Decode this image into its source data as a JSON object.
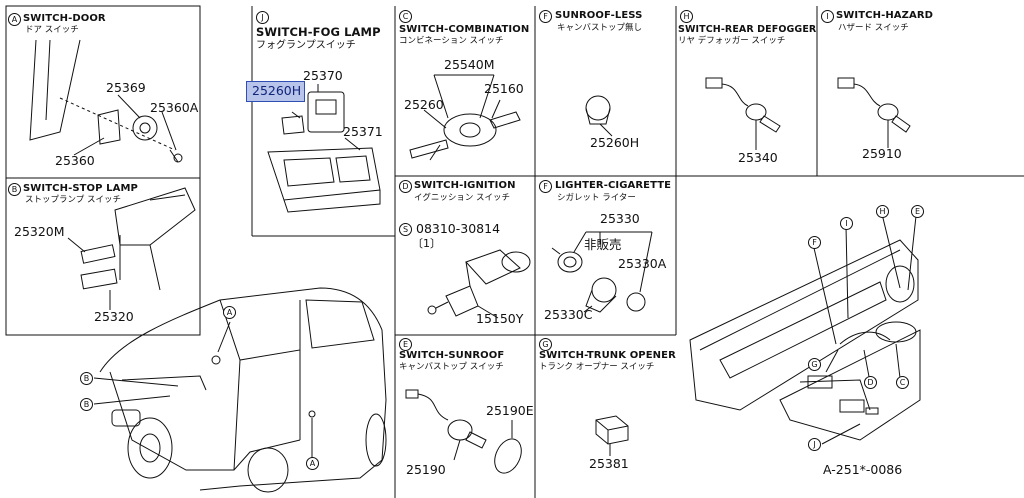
{
  "diagram_ref": "A-251*-0086",
  "highlight_color": "#b9c4eb",
  "sections": {
    "a": {
      "letter": "A",
      "title": "SWITCH-DOOR",
      "subtitle": "ドア スイッチ",
      "parts": [
        "25369",
        "25360A",
        "25360"
      ]
    },
    "b": {
      "letter": "B",
      "title": "SWITCH-STOP LAMP",
      "subtitle": "ストップランプ スイッチ",
      "parts": [
        "25320M",
        "25320"
      ]
    },
    "j": {
      "letter": "J",
      "title": "SWITCH-FOG LAMP",
      "subtitle": "フォグランプスイッチ",
      "parts": [
        "25370",
        "25260H",
        "25371"
      ],
      "highlighted_part": "25260H"
    },
    "c": {
      "letter": "C",
      "title": "SWITCH-COMBINATION",
      "subtitle": "コンビネーション スイッチ",
      "parts": [
        "25540M",
        "25260",
        "25160"
      ]
    },
    "f_top": {
      "letter": "F",
      "title": "SUNROOF-LESS",
      "subtitle": "キャンバストップ無し",
      "parts": [
        "25260H"
      ]
    },
    "h": {
      "letter": "H",
      "title": "SWITCH-REAR DEFOGGER",
      "subtitle": "リヤ デフォッガー スイッチ",
      "parts": [
        "25340"
      ]
    },
    "i": {
      "letter": "I",
      "title": "SWITCH-HAZARD",
      "subtitle": "ハザード スイッチ",
      "parts": [
        "25910"
      ]
    },
    "d": {
      "letter": "D",
      "title": "SWITCH-IGNITION",
      "subtitle": "イグニッション スイッチ",
      "bolt_letter": "S",
      "bolt": "08310-30814",
      "bolt_qty": "〔1〕",
      "parts": [
        "15150Y"
      ]
    },
    "f_light": {
      "letter": "F",
      "title": "LIGHTER-CIGARETTE",
      "subtitle": "シガレット ライター",
      "parts": [
        "25330",
        "25330A",
        "25330C"
      ],
      "not_for_sale": "非販売"
    },
    "e": {
      "letter": "E",
      "title": "SWITCH-SUNROOF",
      "subtitle": "キャンバストップ スイッチ",
      "parts": [
        "25190E",
        "25190"
      ]
    },
    "g": {
      "letter": "G",
      "title": "SWITCH-TRUNK OPENER",
      "subtitle": "トランク オープナー スイッチ",
      "parts": [
        "25381"
      ]
    }
  },
  "callouts": {
    "car": [
      "A",
      "B",
      "B",
      "A"
    ],
    "dash": [
      "F",
      "I",
      "H",
      "E",
      "G",
      "D",
      "C",
      "J"
    ]
  }
}
